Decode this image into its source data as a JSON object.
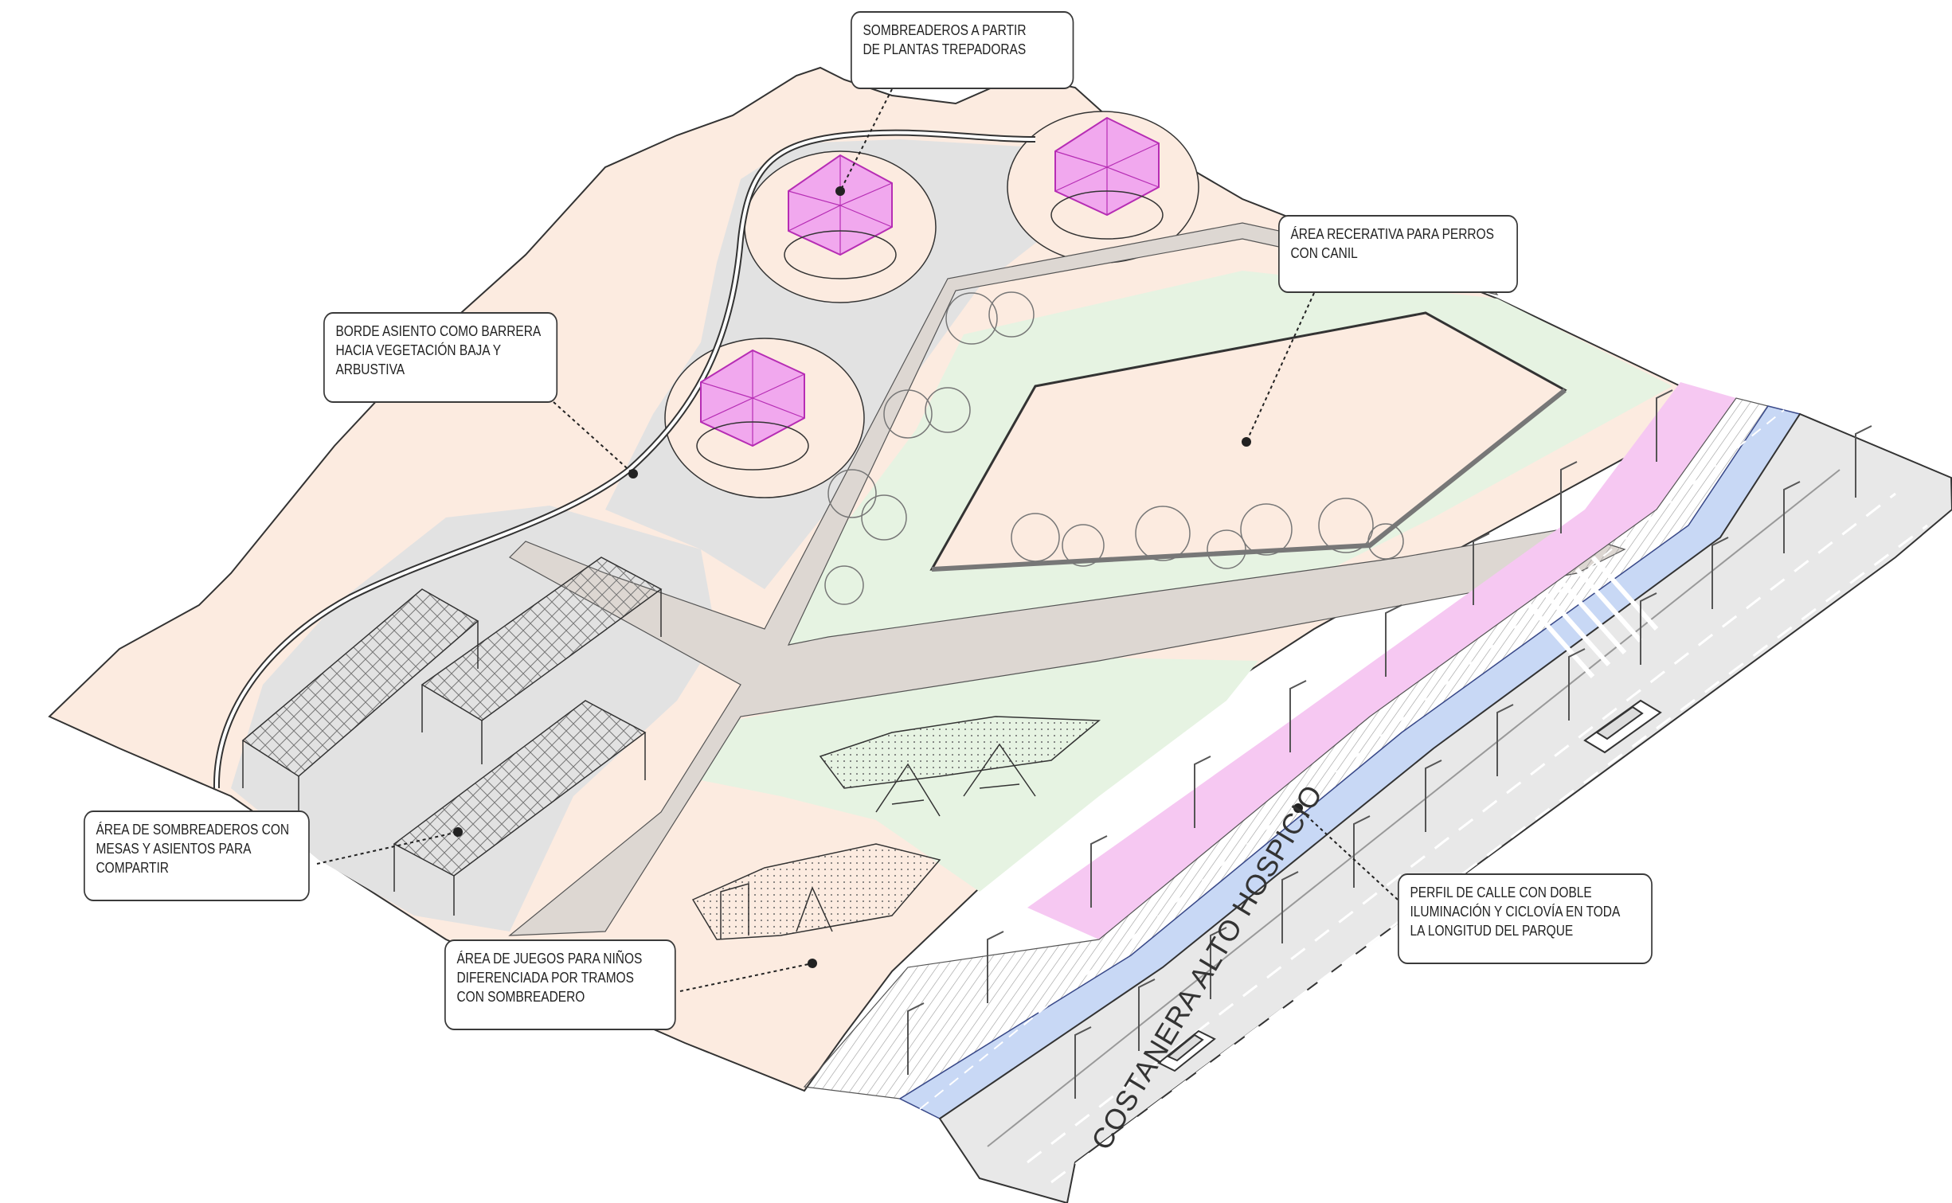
{
  "colors": {
    "ground_peach": "#fcebe0",
    "lawn_green": "#e6f3e2",
    "paved_grey": "#e2e2e2",
    "path_taupe": "#ddd7d2",
    "bikelane_blue": "#c8d8f5",
    "magenta_strip": "#f6c8f2",
    "shade_pergola": "#e15ae0",
    "line_dark": "#333333",
    "road_grey": "#e8e8e8"
  },
  "callouts": {
    "sombreaderos_plantas": {
      "lines": [
        "SOMBREADEROS A PARTIR",
        "DE PLANTAS TREPADORAS"
      ]
    },
    "borde_asiento": {
      "lines": [
        "BORDE ASIENTO COMO BARRERA",
        "HACIA VEGETACIÓN BAJA Y",
        "ARBUSTIVA"
      ]
    },
    "area_perros": {
      "lines": [
        "ÁREA RECERATIVA PARA PERROS",
        "CON CANIL"
      ]
    },
    "area_sombreaderos_mesas": {
      "lines": [
        "ÁREA DE SOMBREADEROS CON",
        "MESAS Y ASIENTOS PARA",
        "COMPARTIR"
      ]
    },
    "area_juegos": {
      "lines": [
        "ÁREA DE JUEGOS PARA NIÑOS",
        "DIFERENCIADA POR TRAMOS",
        "CON SOMBREADERO"
      ]
    },
    "perfil_calle": {
      "lines": [
        "PERFIL DE CALLE CON DOBLE",
        "ILUMINACIÓN Y CICLOVÍA EN TODA",
        "LA LONGITUD DEL PARQUE"
      ]
    }
  },
  "street_name": "COSTANERA ALTO HOSPICIO"
}
